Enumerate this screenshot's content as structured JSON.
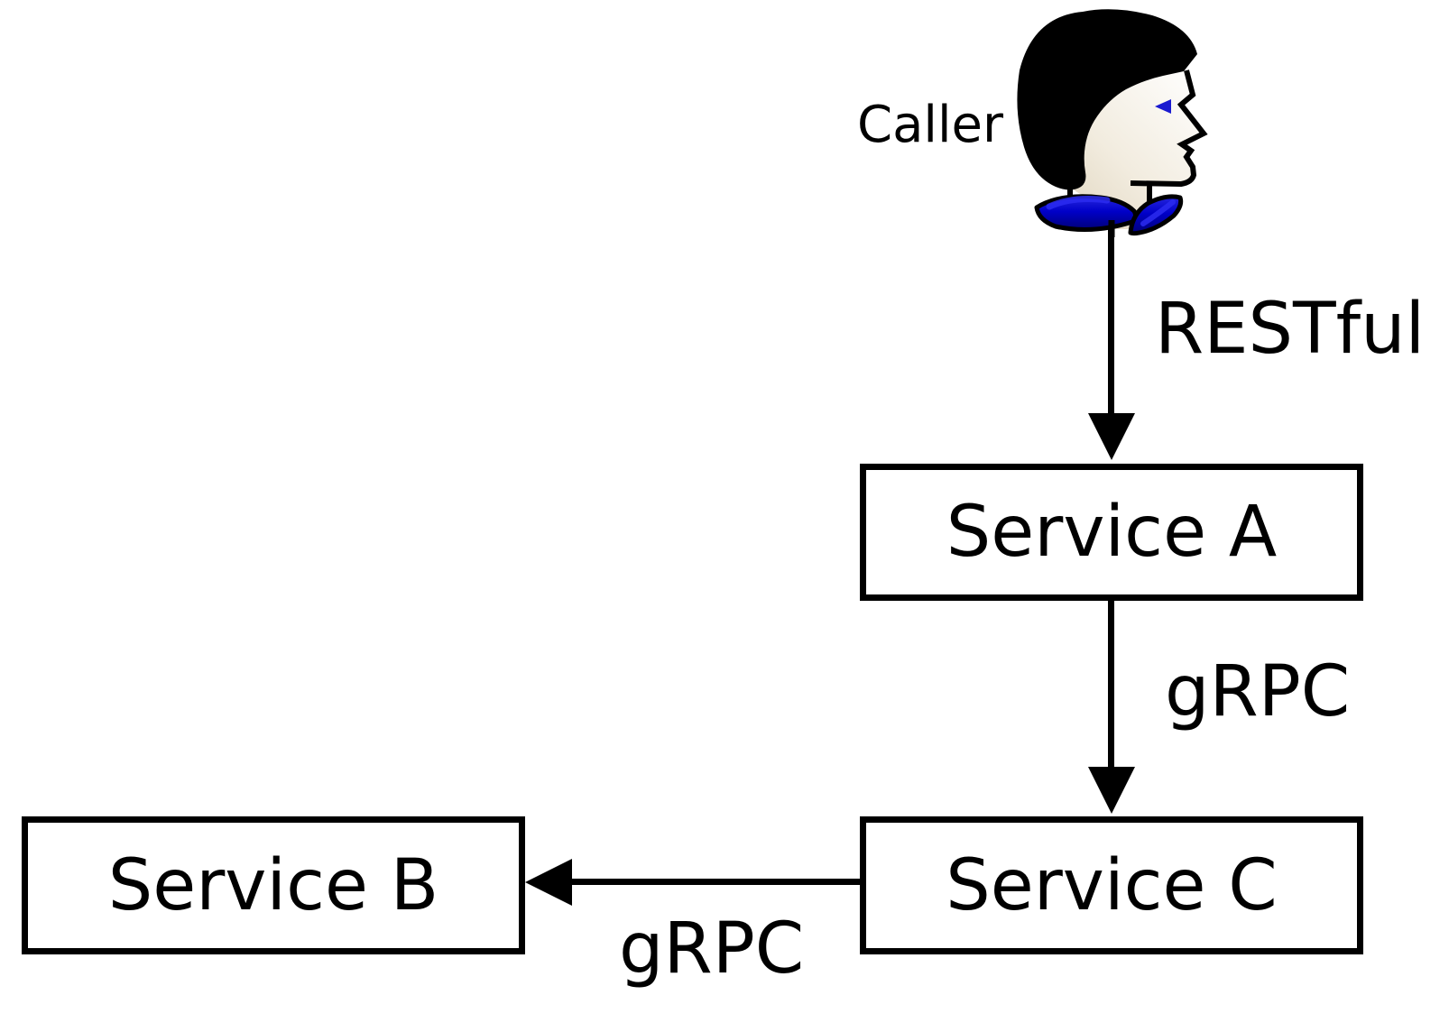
{
  "diagram": {
    "type": "service-call-diagram",
    "actor": {
      "label": "Caller",
      "icon": "person-head-icon"
    },
    "nodes": [
      {
        "id": "service-a",
        "label": "Service A"
      },
      {
        "id": "service-b",
        "label": "Service B"
      },
      {
        "id": "service-c",
        "label": "Service C"
      }
    ],
    "edges": [
      {
        "from": "caller",
        "to": "service-a",
        "label": "RESTful",
        "direction": "down"
      },
      {
        "from": "service-a",
        "to": "service-c",
        "label": "gRPC",
        "direction": "down"
      },
      {
        "from": "service-c",
        "to": "service-b",
        "label": "gRPC",
        "direction": "left"
      }
    ],
    "colors": {
      "background": "#ffffff",
      "stroke": "#000000",
      "node_fill": "#ffffff",
      "collar_blue": "#0000cc",
      "collar_highlight": "#2b2bf0",
      "eye_blue": "#1a1ad0",
      "face_light": "#ffffff",
      "face_dark": "#ddd2ba"
    }
  }
}
